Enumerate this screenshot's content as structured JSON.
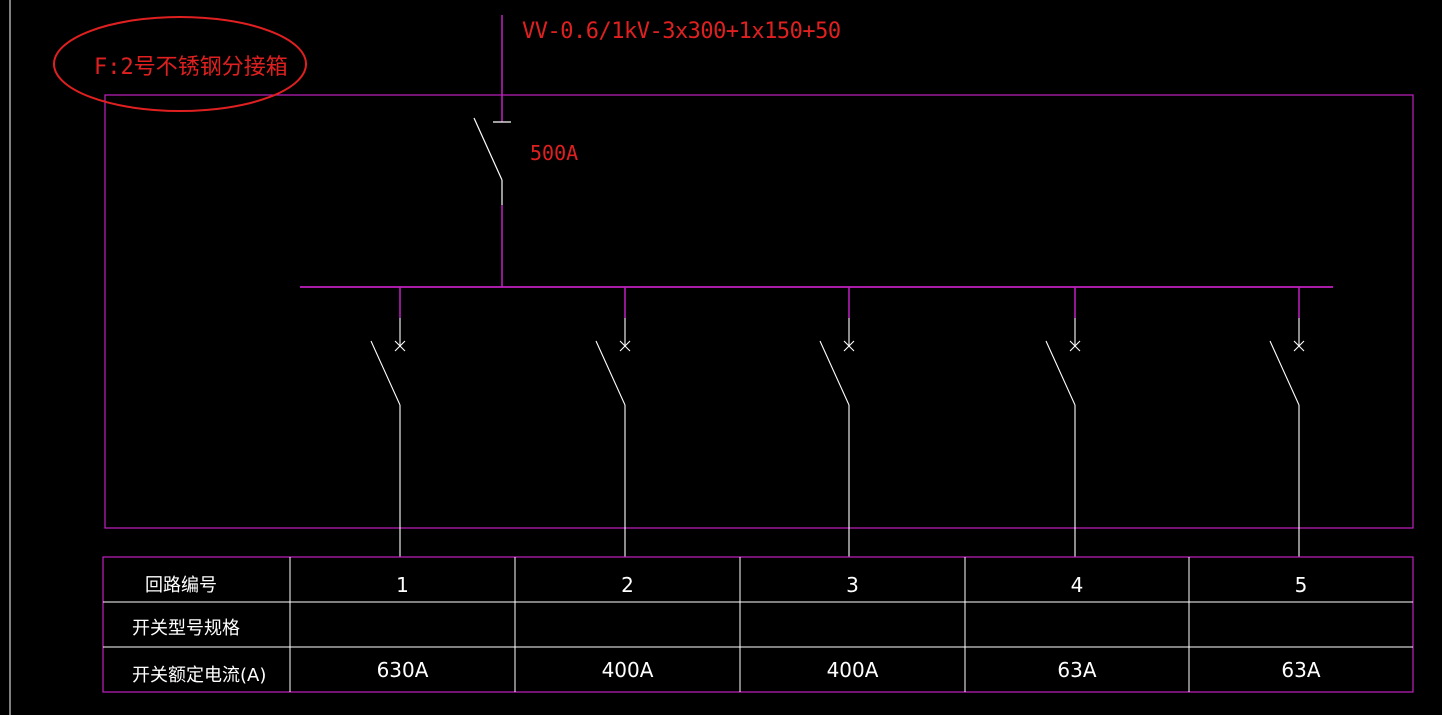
{
  "box_title": "F:2号不锈钢分接箱",
  "incoming_cable": "VV-0.6/1kV-3x300+1x150+50",
  "main_breaker_rating": "500A",
  "table": {
    "row_headers": [
      "回路编号",
      "开关型号规格",
      "开关额定电流(A)"
    ],
    "circuits": [
      {
        "number": "1",
        "switch_model": "",
        "rated_current": "630A"
      },
      {
        "number": "2",
        "switch_model": "",
        "rated_current": "400A"
      },
      {
        "number": "3",
        "switch_model": "",
        "rated_current": "400A"
      },
      {
        "number": "4",
        "switch_model": "",
        "rated_current": "63A"
      },
      {
        "number": "5",
        "switch_model": "",
        "rated_current": "63A"
      }
    ]
  },
  "colors": {
    "background": "#000000",
    "enclosure": "#c020c0",
    "wire": "#ffffff",
    "annotation": "#e02020"
  }
}
